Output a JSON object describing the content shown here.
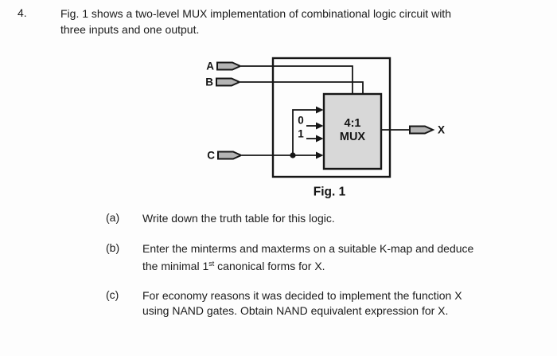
{
  "question": {
    "number": "4.",
    "intro_line1": "Fig. 1 shows a two-level MUX implementation of combinational logic circuit with",
    "intro_line2": "three inputs and one output."
  },
  "figure": {
    "caption": "Fig. 1",
    "input_a": "A",
    "input_b": "B",
    "input_c": "C",
    "output_x": "X",
    "const_0": "0",
    "const_1": "1",
    "mux_line1": "4:1",
    "mux_line2": "MUX",
    "colors": {
      "mux_fill": "#d8d8d8",
      "pin_fill": "#b4b4b4",
      "line_color": "#161616"
    }
  },
  "parts": [
    {
      "label": "(a)",
      "line1": "Write down the truth table for this logic."
    },
    {
      "label": "(b)",
      "line1": "Enter the minterms and maxterms on a suitable K-map and deduce",
      "line2_pre": "the minimal 1",
      "line2_sup": "st",
      "line2_post": " canonical forms for X."
    },
    {
      "label": "(c)",
      "line1": "For economy reasons it was decided to implement the function X",
      "line2": "using NAND gates. Obtain NAND equivalent expression for X."
    }
  ]
}
